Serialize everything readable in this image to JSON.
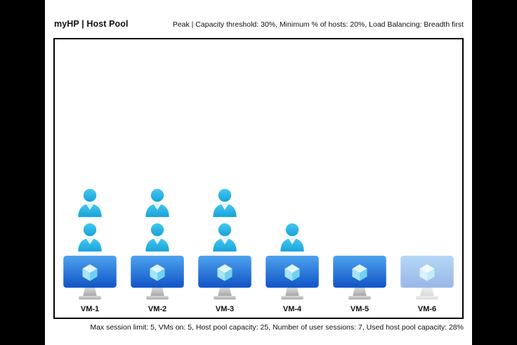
{
  "header": {
    "title": "myHP | Host Pool",
    "settings": "Peak | Capacity threshold: 30%, Minimum % of hosts: 20%, Load Balancing: Breadth first"
  },
  "footer": {
    "stats": "Max session limit: 5, VMs on: 5, Host pool capacity: 25, Number of user sessions: 7, Used host pool capacity: 28%"
  },
  "vms": [
    {
      "label": "VM-1",
      "sessions": 2,
      "state": "on"
    },
    {
      "label": "VM-2",
      "sessions": 2,
      "state": "on"
    },
    {
      "label": "VM-3",
      "sessions": 2,
      "state": "on"
    },
    {
      "label": "VM-4",
      "sessions": 1,
      "state": "on"
    },
    {
      "label": "VM-5",
      "sessions": 0,
      "state": "on"
    },
    {
      "label": "VM-6",
      "sessions": 0,
      "state": "off"
    }
  ],
  "colors": {
    "monitor_top": "#4fa3ee",
    "monitor_bottom": "#1053c6",
    "stand_top": "#dcdcdc",
    "stand_bottom": "#a8a8a8",
    "user_top": "#45c8f0",
    "user_bottom": "#17a3d9",
    "cube_top": "#e0f6fd",
    "cube_left": "#a6e4f8",
    "cube_right": "#6fd2f2"
  }
}
